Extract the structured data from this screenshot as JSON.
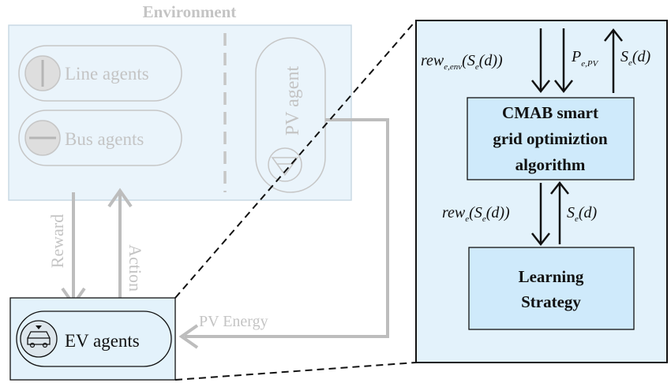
{
  "environment": {
    "title": "Environment",
    "line_agents": "Line agents",
    "bus_agents": "Bus agents",
    "pv_agent": "PV agent"
  },
  "loop": {
    "reward": "Reward",
    "action": "Action",
    "pv_energy": "PV Energy"
  },
  "ev": {
    "label": "EV agents"
  },
  "detail": {
    "algorithm_lines": [
      "CMAB smart",
      "grid optimiztion",
      "algorithm"
    ],
    "strategy_lines": [
      "Learning",
      "Strategy"
    ],
    "signals": {
      "rew_env": {
        "main": "rew",
        "sub": "e,env",
        "rest": "(S",
        "sub2": "e",
        "tail": "(d))"
      },
      "p_pv": {
        "main": "P",
        "sub": "e,PV"
      },
      "s_top": {
        "main": "S",
        "sub": "e",
        "tail": "(d)"
      },
      "rew_e": {
        "main": "rew",
        "sub": "e",
        "rest": "(S",
        "sub2": "e",
        "tail": "(d))"
      },
      "s_bottom": {
        "main": "S",
        "sub": "e",
        "tail": "(d)"
      }
    }
  },
  "colors": {
    "panel_fill": "#e3f2fb",
    "box_fill": "#cfeafb",
    "faded_stroke": "#c6c6c6",
    "faded_arrow": "#bdbdbd",
    "dark": "#111111"
  }
}
